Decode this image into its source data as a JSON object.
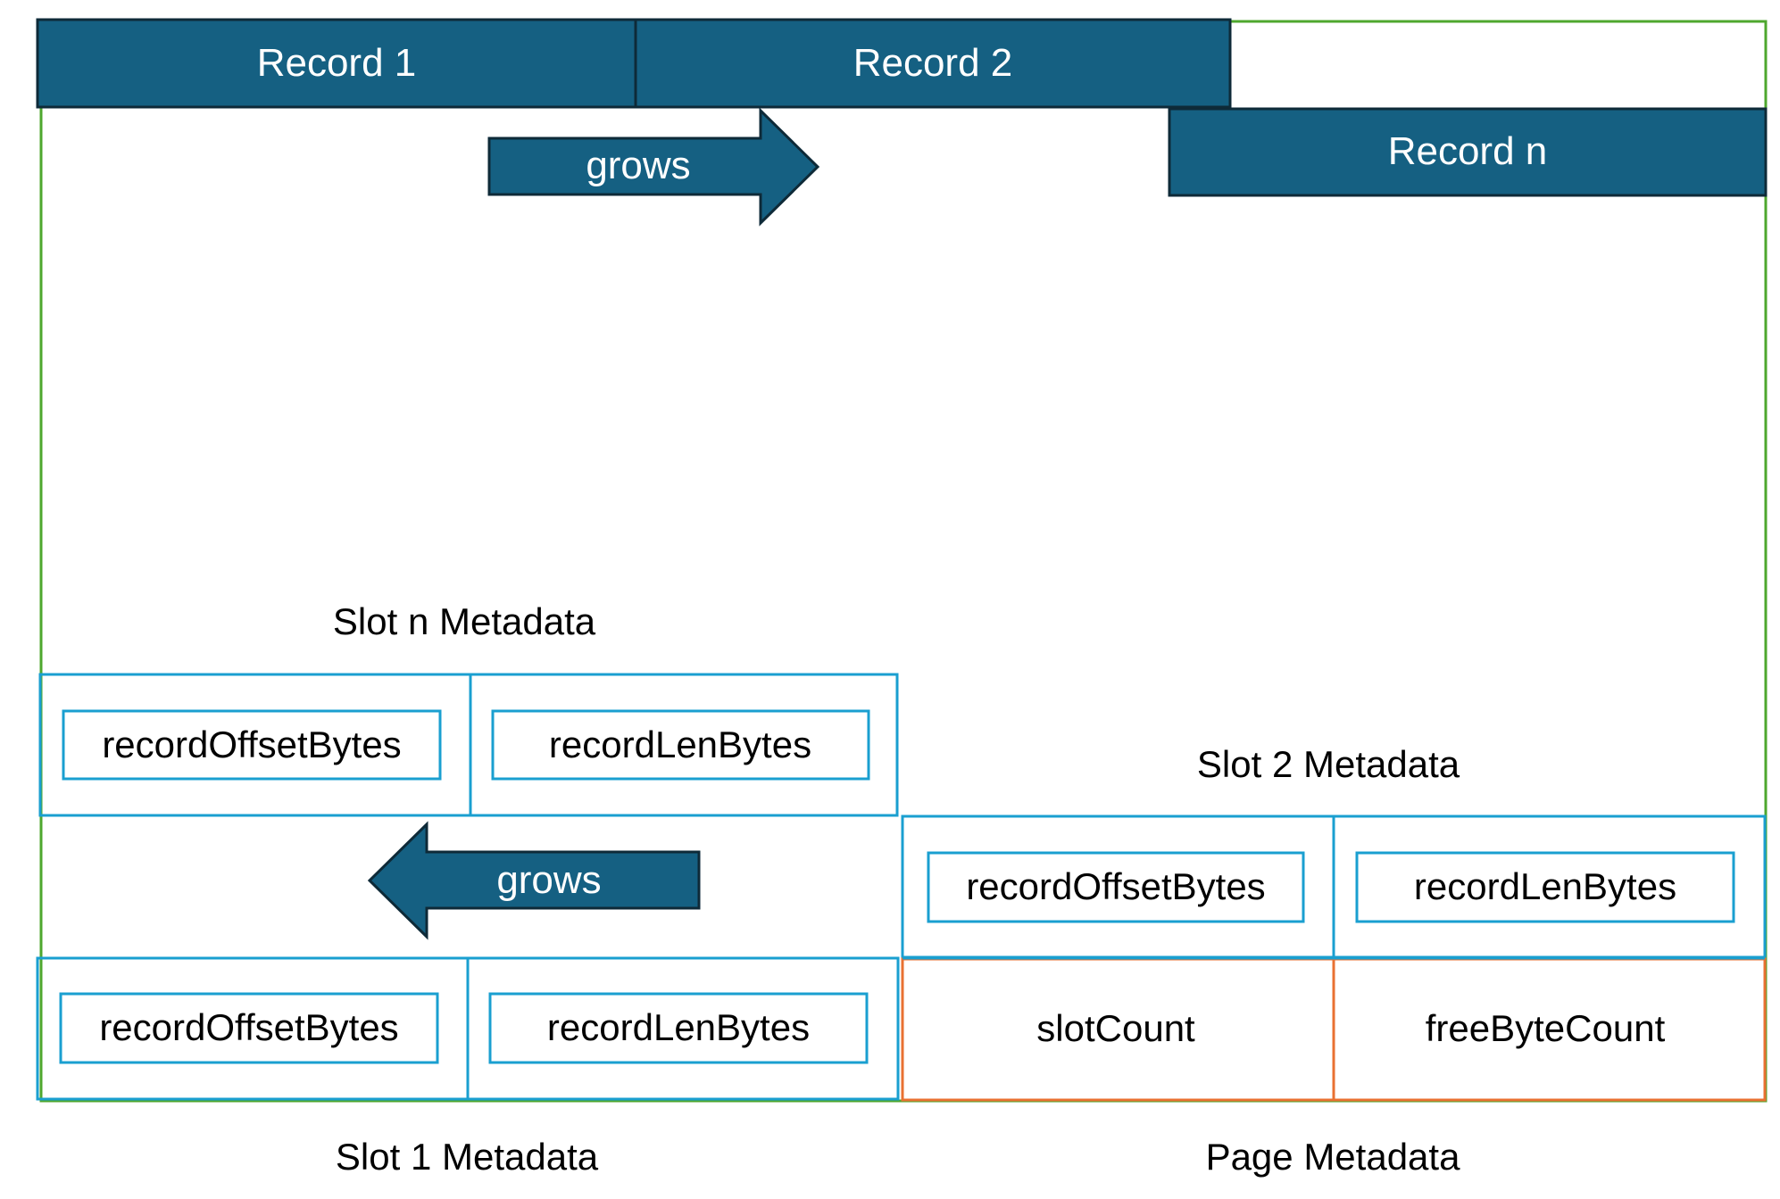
{
  "colors": {
    "record_fill": "#156082",
    "record_border": "#0e2a38",
    "page_border": "#4ea72e",
    "slot_border": "#1a9fd0",
    "page_meta_border": "#e97132"
  },
  "records": [
    {
      "label": "Record 1"
    },
    {
      "label": "Record 2"
    },
    {
      "label": "Record n"
    }
  ],
  "grows_top": "grows",
  "grows_bottom": "grows",
  "captions": {
    "slot_n": "Slot n Metadata",
    "slot_2": "Slot 2 Metadata",
    "slot_1": "Slot 1 Metadata",
    "page": "Page Metadata"
  },
  "slot_n": {
    "offset": "recordOffsetBytes",
    "len": "recordLenBytes"
  },
  "slot_2": {
    "offset": "recordOffsetBytes",
    "len": "recordLenBytes"
  },
  "slot_1": {
    "offset": "recordOffsetBytes",
    "len": "recordLenBytes"
  },
  "page_meta": {
    "slot_count": "slotCount",
    "free_byte_count": "freeByteCount"
  }
}
